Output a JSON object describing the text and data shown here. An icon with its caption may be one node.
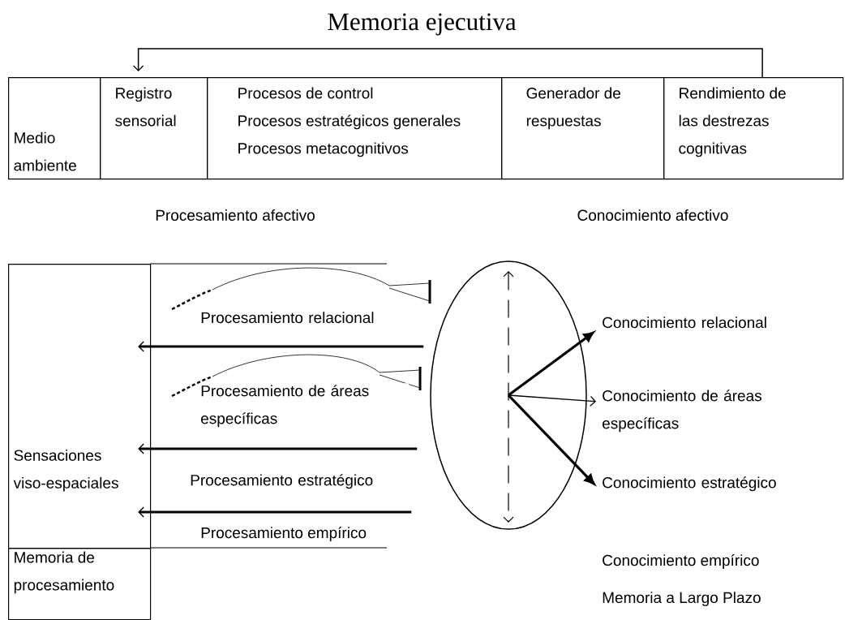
{
  "diagram": {
    "title": "Memoria ejecutiva",
    "nodes": [
      {
        "text": [
          "Medio ambiente"
        ]
      },
      {
        "text": [
          "Registro sensorial"
        ]
      },
      {
        "text": [
          "Procesos de control",
          "Procesos estratégicos generales",
          "Procesos metacognitivos"
        ]
      },
      {
        "text": [
          "Generador de respuestas"
        ]
      },
      {
        "text": [
          "Rendimiento de las destrezas cognitivas"
        ]
      },
      {
        "text": [
          "Sensaciones viso-espaciales"
        ]
      },
      {
        "text": [
          "Memoria de procesamiento"
        ]
      },
      {
        "text": [],
        "shape": "ellipse"
      },
      {
        "text": [
          "Conocimiento relacional"
        ]
      },
      {
        "text": [
          "Conocimiento de áreas específicas"
        ]
      },
      {
        "text": [
          "Conocimiento estratégico"
        ]
      }
    ],
    "edges": [
      {
        "from": 4,
        "to": 1,
        "arrow": "to"
      },
      {
        "from": 7,
        "to": 5,
        "arrow": "to",
        "label": "Procesamiento relacional"
      },
      {
        "from": 7,
        "to": 5,
        "arrow": "to",
        "label": "Procesamiento de áreas específicas"
      },
      {
        "from": 7,
        "to": 5,
        "arrow": "to",
        "label": "Procesamiento estratégico"
      },
      {
        "from": 7,
        "to": 8,
        "arrow": "to"
      },
      {
        "from": 7,
        "to": 9,
        "arrow": "to"
      },
      {
        "from": 7,
        "to": 10,
        "arrow": "to"
      }
    ],
    "labels": [
      "Procesamiento afectivo",
      "Conocimiento afectivo",
      "Procesamiento empírico",
      "Conocimiento empírico",
      "Memoria a Largo Plazo"
    ]
  }
}
